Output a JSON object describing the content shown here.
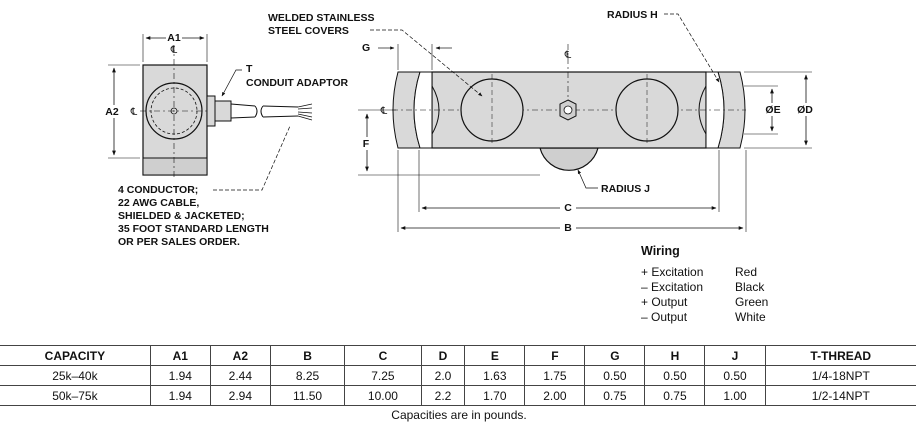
{
  "drawing": {
    "left_view": {
      "dim_a1": "A1",
      "dim_a2": "A2",
      "centerline_symbol": "℄",
      "label_t": "T",
      "label_conduit": "CONDUIT ADAPTOR",
      "cable_note": [
        "4 CONDUCTOR;",
        "22 AWG CABLE,",
        "SHIELDED & JACKETED;",
        "35 FOOT STANDARD LENGTH",
        "OR PER SALES ORDER."
      ]
    },
    "right_view": {
      "label_welded": [
        "WELDED STAINLESS",
        "STEEL COVERS"
      ],
      "label_radius_h": "RADIUS H",
      "label_radius_j": "RADIUS J",
      "dim_g": "G",
      "dim_f": "F",
      "dim_c": "C",
      "dim_b": "B",
      "dim_e": "ØE",
      "dim_d": "ØD",
      "centerline_symbol": "℄"
    }
  },
  "wiring": {
    "title": "Wiring",
    "rows": [
      {
        "signal": "+ Excitation",
        "color": "Red"
      },
      {
        "signal": "– Excitation",
        "color": "Black"
      },
      {
        "signal": "+ Output",
        "color": "Green"
      },
      {
        "signal": "– Output",
        "color": "White"
      }
    ]
  },
  "table": {
    "headers": [
      "CAPACITY",
      "A1",
      "A2",
      "B",
      "C",
      "D",
      "E",
      "F",
      "G",
      "H",
      "J",
      "T-THREAD"
    ],
    "rows": [
      [
        "25k–40k",
        "1.94",
        "2.44",
        "8.25",
        "7.25",
        "2.0",
        "1.63",
        "1.75",
        "0.50",
        "0.50",
        "0.50",
        "1/4-18NPT"
      ],
      [
        "50k–75k",
        "1.94",
        "2.94",
        "11.50",
        "10.00",
        "2.2",
        "1.70",
        "2.00",
        "0.75",
        "0.75",
        "1.00",
        "1/2-14NPT"
      ]
    ]
  },
  "note": "Capacities are in pounds."
}
